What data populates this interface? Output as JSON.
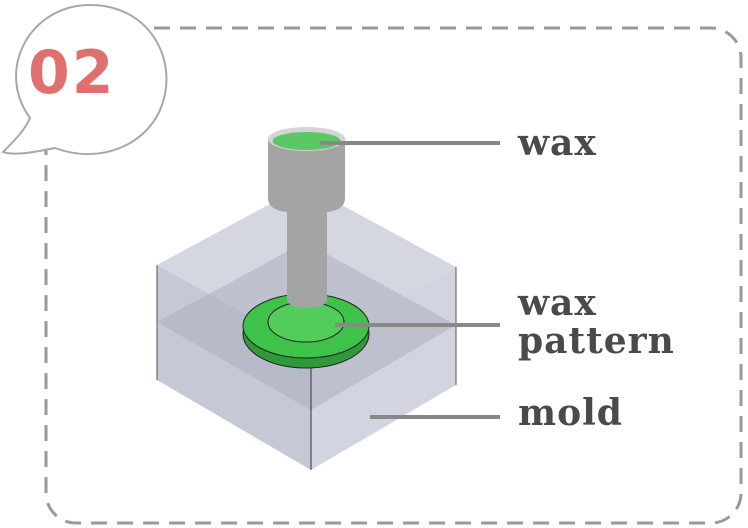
{
  "step_number": "02",
  "labels": {
    "wax": "wax",
    "wax_pattern_line1": "wax",
    "wax_pattern_line2": "pattern",
    "mold": "mold"
  },
  "colors": {
    "badge": "#e07070",
    "wax": "#3fc04a",
    "mold": "#c5c8d6",
    "injector": "#a0a0a0",
    "text": "#4a4a4a"
  }
}
